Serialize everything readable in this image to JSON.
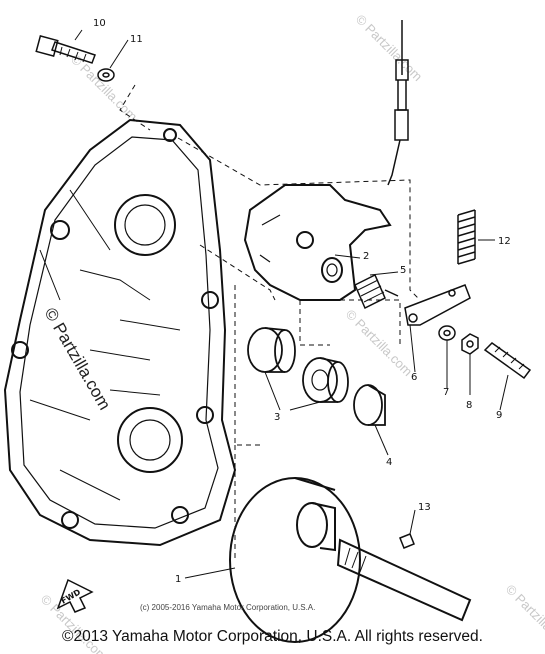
{
  "callouts": [
    {
      "id": "1",
      "text": "1"
    },
    {
      "id": "2",
      "text": "2"
    },
    {
      "id": "3",
      "text": "3"
    },
    {
      "id": "4",
      "text": "4"
    },
    {
      "id": "5",
      "text": "5"
    },
    {
      "id": "6",
      "text": "6"
    },
    {
      "id": "7",
      "text": "7"
    },
    {
      "id": "8",
      "text": "8"
    },
    {
      "id": "9",
      "text": "9"
    },
    {
      "id": "10",
      "text": "10"
    },
    {
      "id": "11",
      "text": "11"
    },
    {
      "id": "12",
      "text": "12"
    },
    {
      "id": "13",
      "text": "13"
    }
  ],
  "direction_label": "FWD",
  "inner_copyright": "(c) 2005-2016 Yamaha Motor Corporation, U.S.A.",
  "watermark": "© Partzilla.com",
  "copyright": "©2013 Yamaha Motor Corporation, U.S.A. All rights reserved."
}
